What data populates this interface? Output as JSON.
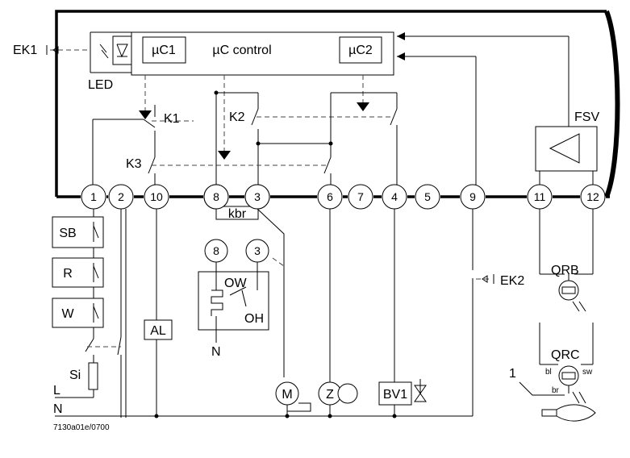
{
  "labels": {
    "ek1": "EK1",
    "led": "LED",
    "uc1": "µC1",
    "uc_control": "µC control",
    "uc2": "µC2",
    "k1": "K1",
    "k2": "K2",
    "k3": "K3",
    "fsv": "FSV",
    "kbr": "kbr",
    "sb": "SB",
    "r": "R",
    "w": "W",
    "al": "AL",
    "si": "Si",
    "l": "L",
    "n": "N",
    "ow": "OW",
    "oh": "OH",
    "n2": "N",
    "m": "M",
    "z": "Z",
    "bv1": "BV1",
    "ek2": "EK2",
    "qrb": "QRB",
    "qrc": "QRC",
    "bl": "bl",
    "sw": "sw",
    "br": "br",
    "one": "1",
    "code": "7130a01e/0700"
  },
  "terminals": [
    "1",
    "2",
    "10",
    "8",
    "3",
    "6",
    "7",
    "4",
    "5",
    "9",
    "11",
    "12"
  ],
  "sub_terminals": [
    "8",
    "3"
  ]
}
